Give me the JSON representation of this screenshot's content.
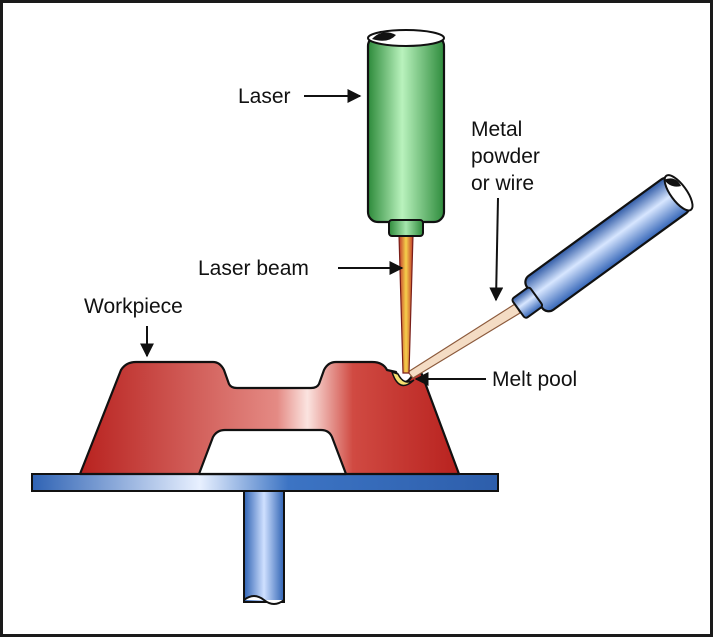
{
  "labels": {
    "laser": "Laser",
    "metal_powder_line1": "Metal",
    "metal_powder_line2": "powder",
    "metal_powder_line3": "or wire",
    "laser_beam": "Laser beam",
    "workpiece": "Workpiece",
    "melt_pool": "Melt pool"
  },
  "colors": {
    "frame": "#1a1a1a",
    "laser_body": "#86dc8e",
    "laser_dark": "#2d8a3a",
    "nozzle_body": "#6f9ee6",
    "nozzle_dark": "#2f5aa6",
    "workpiece": "#c9302c",
    "table": "#3c74c4",
    "beam": "#f2c23b",
    "powder_stream": "#e8c8a8",
    "melt": "#f7e070"
  }
}
